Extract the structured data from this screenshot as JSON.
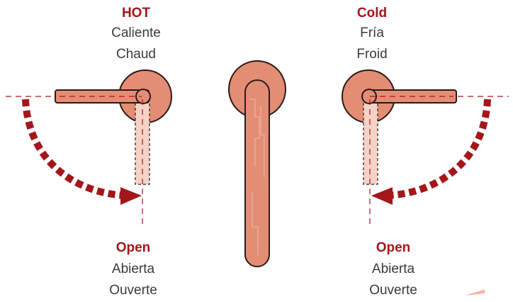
{
  "hot": {
    "title": "HOT",
    "line1": "Caliente",
    "line2": "Chaud"
  },
  "cold": {
    "title": "Cold",
    "line1": "Fría",
    "line2": "Froid"
  },
  "open_left": {
    "title": "Open",
    "line1": "Abierta",
    "line2": "Ouverte"
  },
  "open_right": {
    "title": "Open",
    "line1": "Abierta",
    "line2": "Ouverte"
  },
  "colors": {
    "handle": "#e48d75",
    "handle_open_ghost": "#f4d3c6",
    "outline": "#2a1a17",
    "arrow": "#a3161a",
    "text": "#3a3a3a"
  },
  "icons": [
    "hot-lever-handle-icon",
    "center-lever-handle-icon",
    "cold-lever-handle-icon",
    "rotation-arrow-icon"
  ]
}
